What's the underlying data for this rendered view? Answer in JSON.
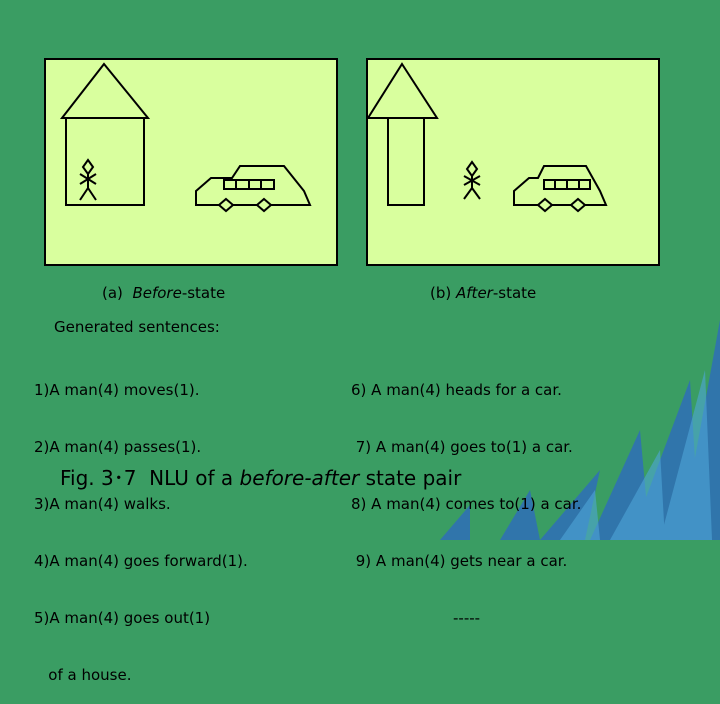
{
  "captions": {
    "a_prefix": "(a)",
    "a_italic": "Before",
    "a_suffix": "-state",
    "b_prefix": "(b)",
    "b_italic": "After",
    "b_suffix": "-state"
  },
  "generated_heading": "Generated sentences:",
  "left_sentences": [
    "1)A man(4) moves(1).",
    "2)A man(4) passes(1).",
    "3)A man(4) walks.",
    "4)A man(4) goes forward(1).",
    "5)A man(4) goes out(1)",
    "   of a house."
  ],
  "right_sentences": [
    "6) A man(4) heads for a car.",
    " 7) A man(4) goes to(1) a car.",
    "8) A man(4) comes to(1) a car.",
    " 9) A man(4) gets near a car.",
    "-----"
  ],
  "figure_caption": {
    "prefix": "Fig. 3･7  NLU of a ",
    "italic": "before-after",
    "suffix": " state pair"
  },
  "colors": {
    "background": "#3a9d63",
    "panel_fill": "#d9ff9e",
    "decor_blue": "#2f6fb8"
  }
}
